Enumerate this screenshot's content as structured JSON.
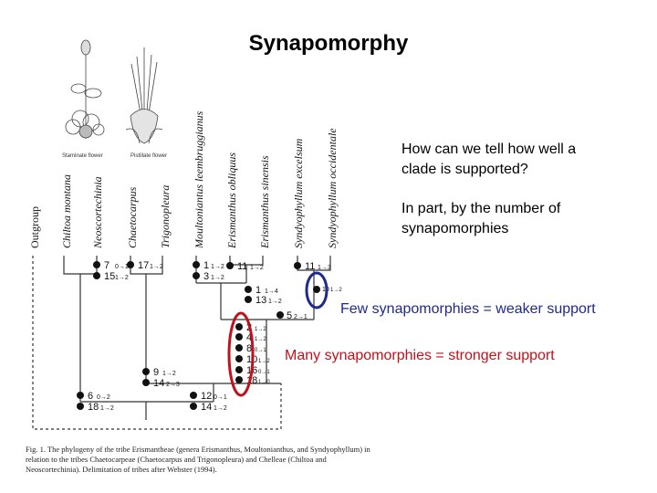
{
  "slide": {
    "title": "Synapomorphy",
    "bullets": [
      "How can we tell how well a clade is supported?",
      "In part, by the number of synapomorphies"
    ],
    "callout_weak": "Few synapomorphies = weaker support",
    "callout_strong": "Many synapomorphies = stronger support",
    "colors": {
      "weak": "#1f2a8c",
      "strong": "#c0121c"
    }
  },
  "figure": {
    "taxa": [
      "Outgroup",
      "Chiltoa montana",
      "Neoscortechinia",
      "Chaetocarpus",
      "Trigonopleura",
      "Moultoniantus leembruggianus",
      "Erismanthus obliquus",
      "Erismanthus sinensis",
      "Syndyophyllum excelsum",
      "Syndyophyllum occidentale"
    ],
    "plant_labels": [
      "Staminate flower",
      "Pistillate flower"
    ],
    "markers": [
      {
        "char": "7",
        "state": "0→1"
      },
      {
        "char": "15",
        "state": "1→2"
      },
      {
        "char": "17",
        "state": "1→2"
      },
      {
        "char": "1",
        "state": "1→2"
      },
      {
        "char": "3",
        "state": "1→2"
      },
      {
        "char": "11",
        "state": "1→2"
      },
      {
        "char": "11",
        "state": "1→3"
      },
      {
        "char": "10",
        "state": "1→2"
      },
      {
        "char": "1",
        "state": "1→4"
      },
      {
        "char": "13",
        "state": "1→2"
      },
      {
        "char": "5",
        "state": "2→1"
      },
      {
        "char": "2",
        "state": "1→2"
      },
      {
        "char": "4",
        "state": "1→2"
      },
      {
        "char": "8",
        "state": "0→1"
      },
      {
        "char": "10",
        "state": "1→2"
      },
      {
        "char": "16",
        "state": "0→1"
      },
      {
        "char": "18",
        "state": "1→0"
      },
      {
        "char": "9",
        "state": "1→2"
      },
      {
        "char": "14",
        "state": "2→3"
      },
      {
        "char": "6",
        "state": "0→2"
      },
      {
        "char": "18",
        "state": "1→2"
      },
      {
        "char": "12",
        "state": "0→1"
      },
      {
        "char": "14",
        "state": "1→2"
      }
    ],
    "caption": "Fig. 1. The phylogeny of the tribe Erismantheae (genera Erismanthus, Moultonianthus, and Syndyophyllum) in relation to the tribes Chaetocarpeae (Chaetocarpus and Trigonopleura) and Chelleae (Chiltoa and Neoscortechinia). Delimitation of tribes after Webster (1994)."
  }
}
